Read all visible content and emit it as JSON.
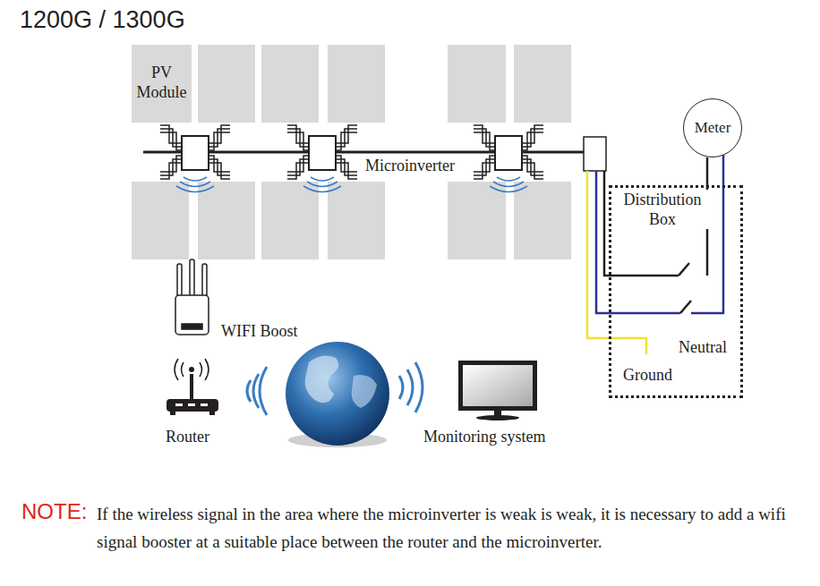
{
  "diagram": {
    "title": "1200G / 1300G",
    "nodes": [
      {
        "text": [
          "PV Module"
        ]
      },
      {
        "text": [
          "Meter"
        ]
      },
      {
        "text": [
          "Distribution Box"
        ]
      }
    ],
    "labels": [
      "Microinverter",
      "WIFI Boost",
      "Router",
      "Monitoring system",
      "Neutral",
      "Ground",
      "NOTE:",
      "If the wireless signal in the area where the microinverter is weak is weak, it is necessary to add a wifi signal booster at a suitable place between the router and the microinverter."
    ]
  }
}
